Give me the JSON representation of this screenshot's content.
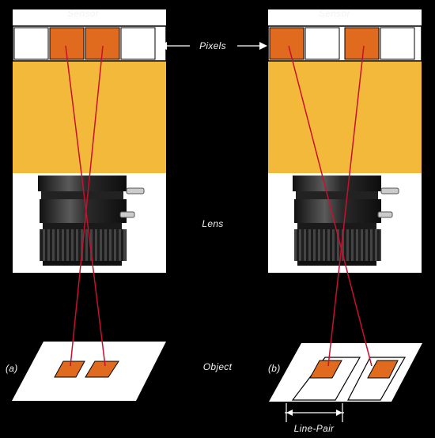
{
  "labels": {
    "sensor_left": "Sensor",
    "sensor_right": "Sensor",
    "pixels": "Pixels",
    "lens": "Lens",
    "object": "Object",
    "panel_a": "(a)",
    "panel_b": "(b)",
    "line_pair": "Line-Pair"
  },
  "colors": {
    "background": "#000000",
    "camera_body": "#F2B93B",
    "pixel_active": "#E06A1E",
    "pixel_inactive": "#FFFFFF",
    "ray": "#C8102E",
    "lens_dark": "#1a1a1a"
  },
  "panels": [
    {
      "id": "a",
      "pixels": [
        "inactive",
        "active",
        "active",
        "inactive"
      ]
    },
    {
      "id": "b",
      "pixels": [
        "active",
        "inactive",
        "active",
        "inactive"
      ]
    }
  ]
}
